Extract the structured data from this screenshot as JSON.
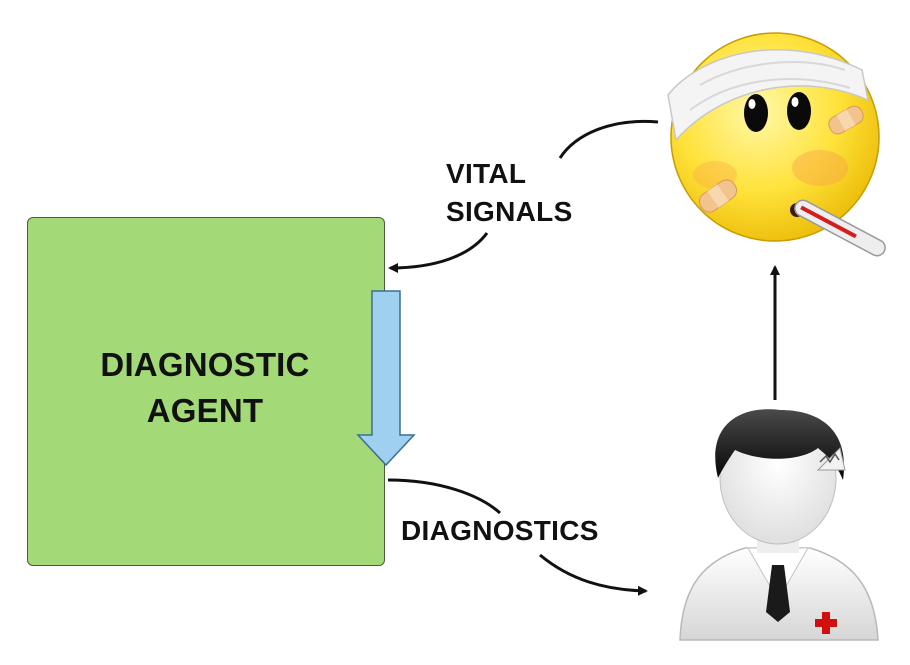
{
  "agent": {
    "line1": "DIAGNOSTIC",
    "line2": "AGENT",
    "fill_color": "#a3d977"
  },
  "edges": {
    "vital_line1": "VITAL",
    "vital_line2": "SIGNALS",
    "diagnostics": "DIAGNOSTICS"
  },
  "icons": {
    "patient": "sick-emoticon-icon",
    "doctor": "doctor-avatar-icon",
    "inner_arrow": "down-arrow-icon"
  },
  "colors": {
    "arrow": "#111111",
    "inner_arrow_fill": "#9fd0ef",
    "inner_arrow_stroke": "#3a6f96"
  }
}
